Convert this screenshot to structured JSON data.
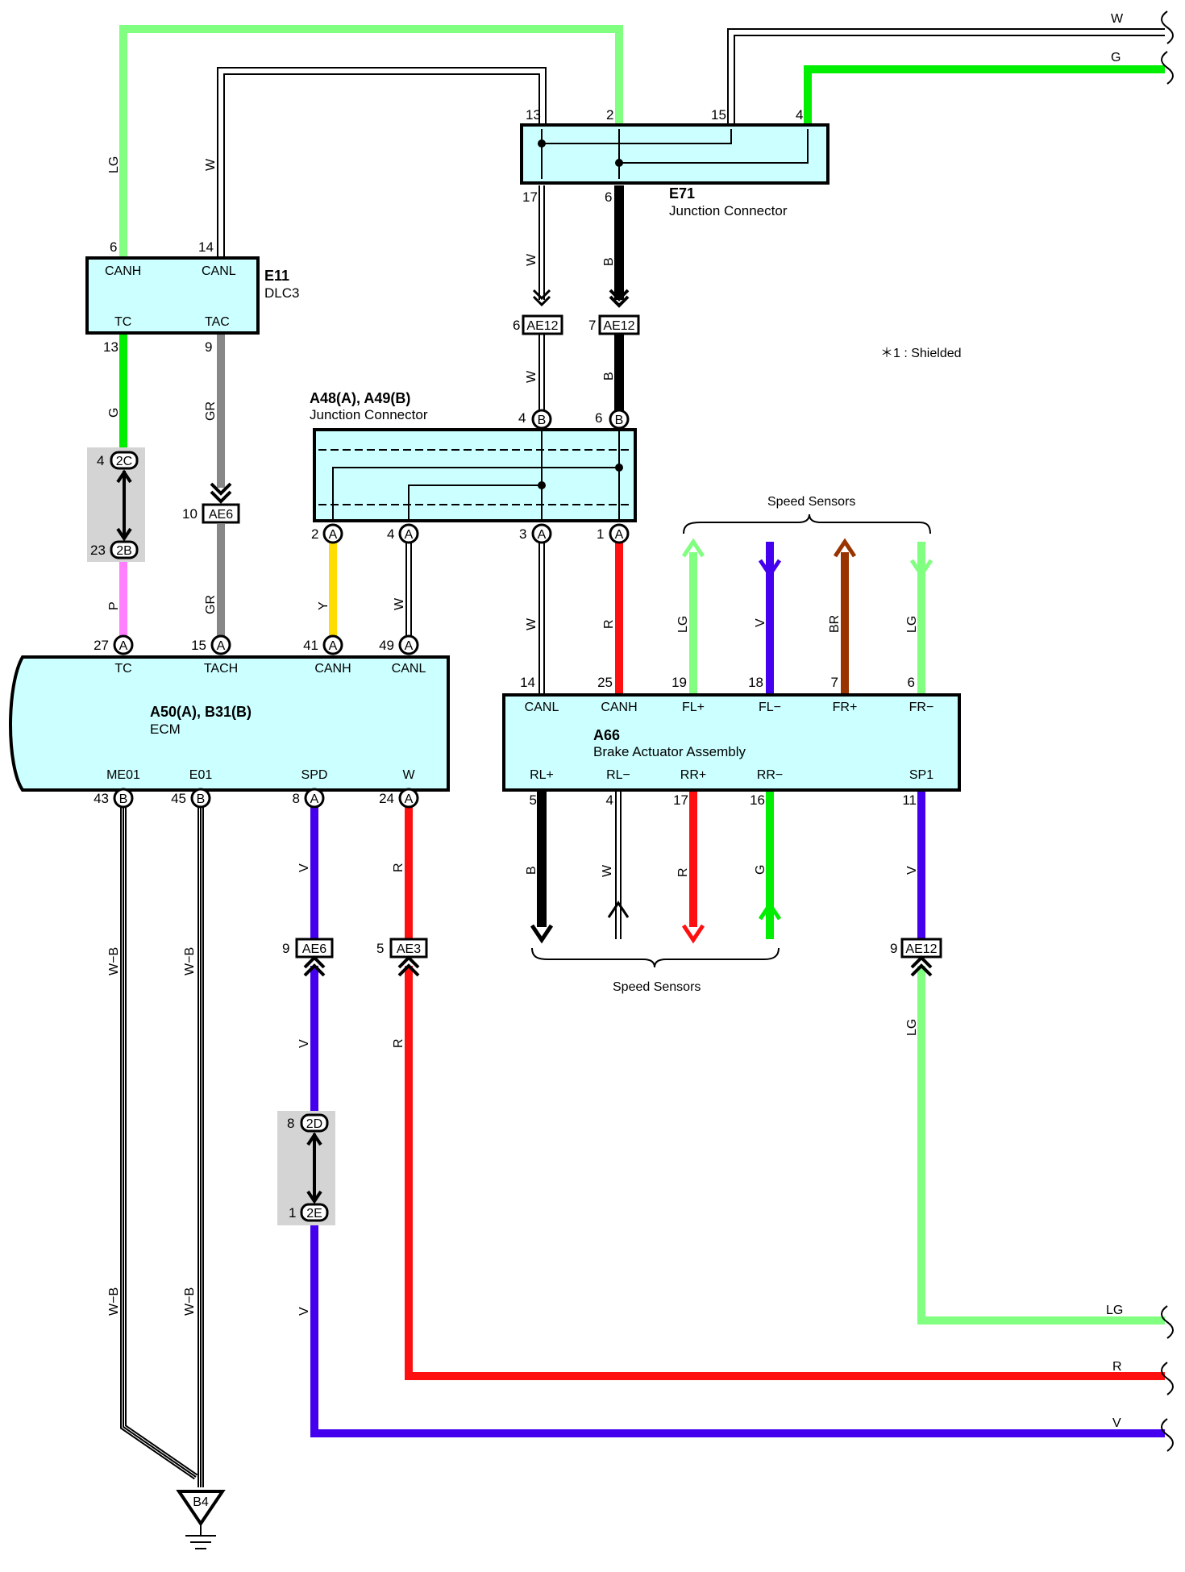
{
  "colors": {
    "LG": "#80ff80",
    "G": "#00ee00",
    "W": "#ffffff",
    "B": "#000000",
    "GR": "#888888",
    "P": "#ff7fff",
    "Y": "#ffdd00",
    "R": "#ff1010",
    "V": "#4400ee",
    "BR": "#993300",
    "box_fill": "#ccffff",
    "splice_bg": "#d4d4d4"
  },
  "components": {
    "e71": {
      "code": "E71",
      "name": "Junction Connector",
      "pins": {
        "p13": "13",
        "p2": "2",
        "p15": "15",
        "p4": "4",
        "p17": "17",
        "p6": "6"
      }
    },
    "e11": {
      "code": "E11",
      "name": "DLC3",
      "pins": {
        "canh": "CANH",
        "canl": "CANL",
        "tc": "TC",
        "tac": "TAC",
        "n6": "6",
        "n14": "14",
        "n13": "13",
        "n9": "9"
      }
    },
    "a48": {
      "code": "A48(A), A49(B)",
      "name": "Junction Connector",
      "pins": {
        "b4": "4",
        "b6": "6",
        "a2": "2",
        "a4": "4",
        "a3": "3",
        "a1": "1"
      }
    },
    "ecm": {
      "code": "A50(A), B31(B)",
      "name": "ECM",
      "top_pins": [
        {
          "num": "27",
          "label": "TC"
        },
        {
          "num": "15",
          "label": "TACH"
        },
        {
          "num": "41",
          "label": "CANH"
        },
        {
          "num": "49",
          "label": "CANL"
        }
      ],
      "bottom_pins": [
        {
          "num": "43",
          "label": "ME01"
        },
        {
          "num": "45",
          "label": "E01"
        },
        {
          "num": "8",
          "label": "SPD"
        },
        {
          "num": "24",
          "label": "W"
        }
      ]
    },
    "a66": {
      "code": "A66",
      "name": "Brake Actuator Assembly",
      "top_pins": [
        {
          "num": "14",
          "label": "CANL"
        },
        {
          "num": "25",
          "label": "CANH"
        },
        {
          "num": "19",
          "label": "FL+"
        },
        {
          "num": "18",
          "label": "FL−"
        },
        {
          "num": "7",
          "label": "FR+"
        },
        {
          "num": "6",
          "label": "FR−"
        }
      ],
      "bottom_pins": [
        {
          "num": "5",
          "label": "RL+"
        },
        {
          "num": "4",
          "label": "RL−"
        },
        {
          "num": "17",
          "label": "RR+"
        },
        {
          "num": "16",
          "label": "RR−"
        },
        {
          "num": "11",
          "label": "SP1"
        }
      ]
    }
  },
  "connectors": {
    "ae12_6": {
      "id": "AE12",
      "pin": "6"
    },
    "ae12_7": {
      "id": "AE12",
      "pin": "7"
    },
    "ae6_10": {
      "id": "AE6",
      "pin": "10"
    },
    "ae6_9": {
      "id": "AE6",
      "pin": "9"
    },
    "ae3_5": {
      "id": "AE3",
      "pin": "5"
    },
    "ae12_9": {
      "id": "AE12",
      "pin": "9"
    },
    "c2c": {
      "id": "2C",
      "pin": "4"
    },
    "c2b": {
      "id": "2B",
      "pin": "23"
    },
    "c2d": {
      "id": "2D",
      "pin": "8"
    },
    "c2e": {
      "id": "2E",
      "pin": "1"
    },
    "ground": {
      "id": "B4"
    }
  },
  "pin_marks": {
    "A": "A",
    "B": "B"
  },
  "wire_labels": {
    "lg": "LG",
    "w": "W",
    "g": "G",
    "b": "B",
    "gr": "GR",
    "p": "P",
    "y": "Y",
    "r": "R",
    "v": "V",
    "br": "BR",
    "wb": "W−B"
  },
  "legend": {
    "shielded": "＊1 : Shielded"
  },
  "speed_sensors": "Speed Sensors"
}
